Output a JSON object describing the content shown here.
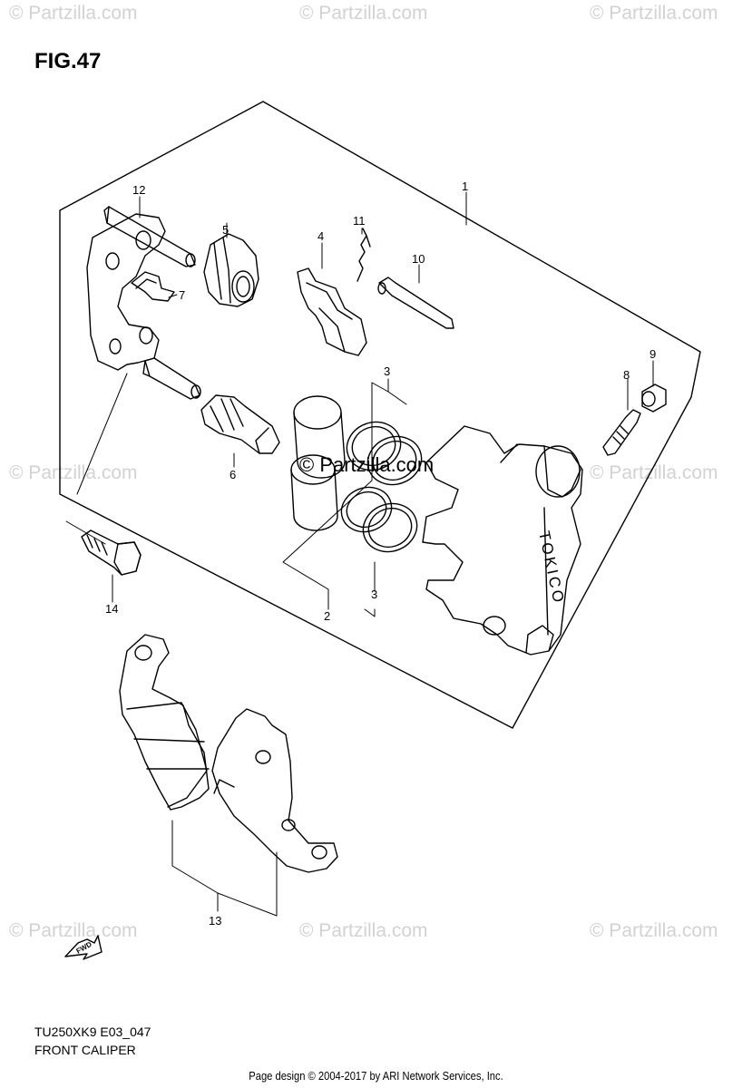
{
  "figure": {
    "title": "FIG.47",
    "model_code": "TU250XK9 E03_047",
    "caption": "FRONT CALIPER"
  },
  "footer": "Page design © 2004-2017 by ARI Network Services, Inc.",
  "watermark": {
    "text": "© Partzilla.com",
    "center_text": "© Partzilla.com"
  },
  "part_markings": {
    "caliper_brand": "TOKICO",
    "direction_arrow": "FWD"
  },
  "callouts": [
    {
      "id": "1",
      "label": "1"
    },
    {
      "id": "2",
      "label": "2"
    },
    {
      "id": "3a",
      "label": "3"
    },
    {
      "id": "3b",
      "label": "3"
    },
    {
      "id": "4",
      "label": "4"
    },
    {
      "id": "5",
      "label": "5"
    },
    {
      "id": "6",
      "label": "6"
    },
    {
      "id": "7",
      "label": "7"
    },
    {
      "id": "8",
      "label": "8"
    },
    {
      "id": "9",
      "label": "9"
    },
    {
      "id": "10",
      "label": "10"
    },
    {
      "id": "11",
      "label": "11"
    },
    {
      "id": "12",
      "label": "12"
    },
    {
      "id": "13",
      "label": "13"
    },
    {
      "id": "14",
      "label": "14"
    }
  ],
  "colors": {
    "line": "#000000",
    "watermark": "#d2d2d2",
    "background": "#ffffff"
  }
}
